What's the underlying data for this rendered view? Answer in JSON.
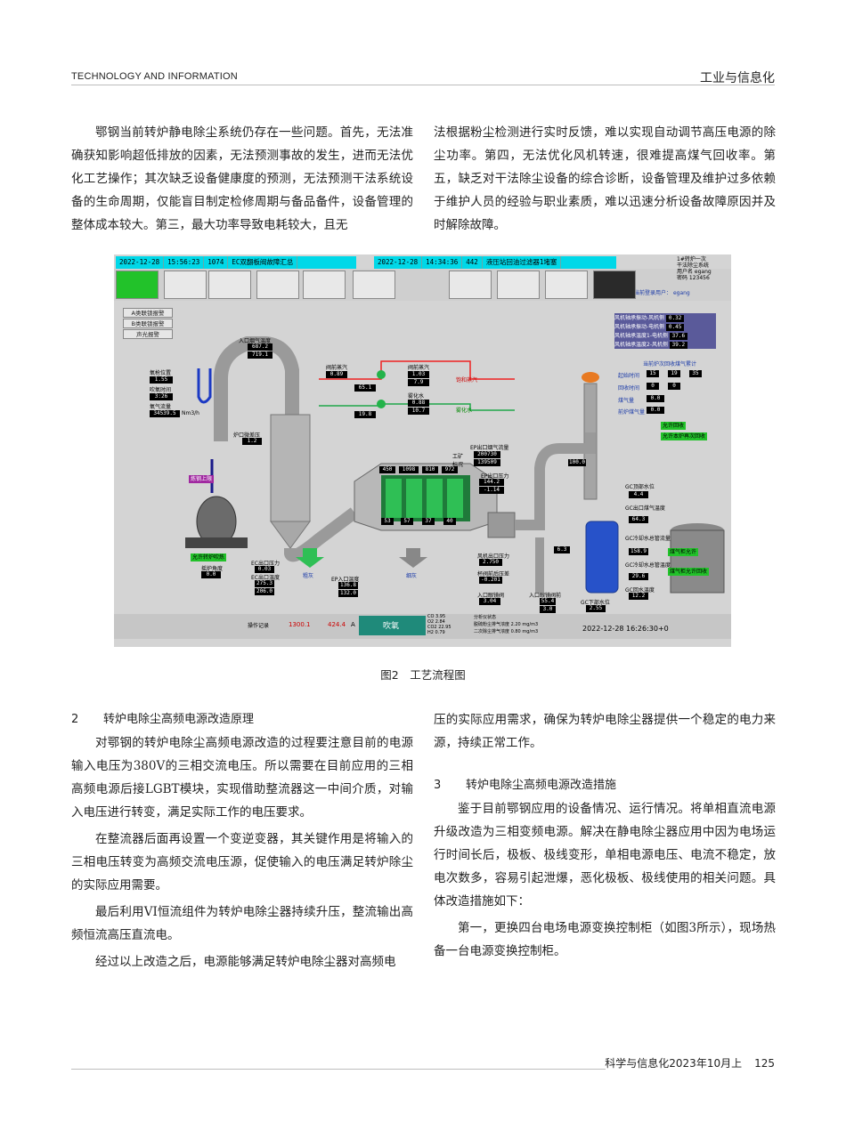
{
  "header": {
    "left": "TECHNOLOGY AND INFORMATION",
    "right": "工业与信息化"
  },
  "intro": {
    "left": "鄂钢当前转炉静电除尘系统仍存在一些问题。首先，无法准确获知影响超低排放的因素，无法预测事故的发生，进而无法优化工艺操作；其次缺乏设备健康度的预测，无法预测干法系统设备的生命周期，仅能盲目制定检修周期与备品备件，设备管理的整体成本较大。第三，最大功率导致电耗较大，且无",
    "right": "法根据粉尘检测进行实时反馈，难以实现自动调节高压电源的除尘功率。第四，无法优化风机转速，很难提高煤气回收率。第五，缺乏对干法除尘设备的综合诊断，设备管理及维护过多依赖于维护人员的经验与职业素质，难以迅速分析设备故障原因并及时解除故障。"
  },
  "figure": {
    "caption": "图2　工艺流程图",
    "scada": {
      "alarm_bar_left": [
        "2022-12-28",
        "15:56:23",
        "1074",
        "EC双翻板阀故障汇总"
      ],
      "alarm_bar_right": [
        "2022-12-28",
        "14:34:36",
        "442",
        "液压站回油过滤器1堵塞"
      ],
      "brand_lines": [
        "1#转炉一次",
        "干法除尘系统",
        "用户名 egang",
        "密码 123456"
      ],
      "login_label": "当前登录用户：",
      "login_user": "egang",
      "alarm_buttons": [
        "A类联锁报警",
        "B类联锁报警",
        "声光报警"
      ],
      "inlet_temp_title": "入口烟气温度",
      "inlet_temps": [
        "687.2",
        "719.1"
      ],
      "lance_labels": [
        "氧枪位置",
        "吹氧时间",
        "氧气流量"
      ],
      "lance_values": [
        "1.55",
        "3:26",
        "34539.5"
      ],
      "lance_unit": "Nm3/h",
      "valve_steam_label": "阀前蒸汽",
      "valve_steam_values": [
        "0.89",
        "65.1"
      ],
      "valve_water_label": "阀前蒸汽",
      "valve_water_values": [
        "1.03",
        "7.9"
      ],
      "atom_label": "雾化水",
      "atom_values": [
        "0.88",
        "10.7"
      ],
      "atom_extra": "19.8",
      "sat_steam": "饱和蒸汽",
      "atom_water": "雾化水",
      "furnace_pressure_label": "炉口微差压",
      "furnace_pressure": "1.2",
      "ep_flow_label": "EP出口烟气流量",
      "ep_flow_values": [
        "200730",
        "139509"
      ],
      "ep_flow_side": [
        "工矿",
        "标况"
      ],
      "ep_pressure_label": "EP出口压力",
      "ep_pressure_values": [
        "144.2",
        "-1.14"
      ],
      "field_values_top": [
        "450",
        "1098",
        "810",
        "972"
      ],
      "field_values_bottom": [
        "53",
        "57",
        "37",
        "40"
      ],
      "fan_sensors": [
        "风机轴承振动-风机侧",
        "风机轴承振动-电机侧",
        "风机轴承温度1-电机侧",
        "风机轴承温度2-风机侧"
      ],
      "fan_values": [
        "0.32",
        "0.45",
        "37.6",
        "39.2"
      ],
      "recovery_title": "当前炉次回收煤气累计",
      "recovery_start": "起始时间",
      "recovery_start_vals": [
        "15",
        "19",
        "35"
      ],
      "recovery_time": "回收时间",
      "recovery_time_vals": [
        "0",
        "0"
      ],
      "gas_labels": [
        "煤气量",
        "前炉煤气量"
      ],
      "gas_values": [
        "0.0",
        "0.0"
      ],
      "allow_recover": "允许回收",
      "allow_recover_note": "允许本炉再次回收",
      "ignite_value": "100.0",
      "gc_level_top_label": "GC顶部水位",
      "gc_level_top": "4.4",
      "gc_outlet_label": "GC出口煤气温度",
      "gc_outlet": "64.3",
      "gc_cool_flow_label": "GC冷却水总管流量",
      "gc_cool_flow": "158.9",
      "gc_cool_temp_label": "GC冷却水总管温度",
      "gc_cool_temp": "29.6",
      "gc_return_label": "GC回水温度",
      "gc_return": "12.2",
      "gc_bottom_label": "GC下部水位",
      "gc_bottom": "2.55",
      "cabinet_label_1": "煤气柜允许",
      "cabinet_label_2": "煤气柜允许回收",
      "fan_out_label": "风机出口压力",
      "fan_out": "2.750",
      "cup_label": "杯阀前后压差",
      "cup": "-0.201",
      "inlet_glasses_label": "入口眼镜阀",
      "inlet_glasses": "3.04",
      "inlet_glasses2_label": "入口眼镜阀前",
      "inlet_glasses2": [
        "55.4",
        "3.0"
      ],
      "value_6_3": "6.3",
      "tap_label": "允许转炉吹炼",
      "tilt_label": "炼钢上限",
      "tilt_angle_label": "摇炉角度",
      "tilt_angle": "0.0",
      "ec_pressure_label": "EC出口压力",
      "ec_pressure": "0.03",
      "ec_temp_label": "EC出口温度",
      "ec_temp": [
        "275.3",
        "206.0"
      ],
      "coarse": "粗灰",
      "fine": "细灰",
      "ep_inlet_temp_label": "EP入口温度",
      "ep_inlet_temp": [
        "136.8",
        "132.0"
      ],
      "status_oper": "操作记录",
      "status_val1": "1300.1",
      "status_val2": "424.4",
      "status_mode": "A",
      "status_blow": "吹氧",
      "status_gas": [
        "CO",
        "O2",
        "CO2",
        "H2"
      ],
      "status_gas_vals": [
        "3.95",
        "2.84",
        "22.95",
        "0.79"
      ],
      "analyzer_label": "分析仪状态",
      "analyzer_rows": [
        "脱硫粉尘排气浓度",
        "二次除尘排气浓度"
      ],
      "analyzer_vals": [
        "2.20",
        "0.80"
      ],
      "analyzer_unit": "mg/m3",
      "clock": "2022-12-28 16:26:30+0"
    }
  },
  "sections": {
    "left": {
      "s2_num": "2",
      "s2_title": "转炉电除尘高频电源改造原理",
      "p1": "对鄂钢的转炉电除尘高频电源改造的过程要注意目前的电源输入电压为380V的三相交流电压。所以需要在目前应用的三相高频电源后接LGBT模块，实现借助整流器这一中间介质，对输入电压进行转变，满足实际工作的电压要求。",
      "p2": "在整流器后面再设置一个变逆变器，其关键作用是将输入的三相电压转变为高频交流电压源，促使输入的电压满足转炉除尘的实际应用需要。",
      "p3": "最后利用VI恒流组件为转炉电除尘器持续升压，整流输出高频恒流高压直流电。",
      "p4": "经过以上改造之后，电源能够满足转炉电除尘器对高频电"
    },
    "right": {
      "p0": "压的实际应用需求，确保为转炉电除尘器提供一个稳定的电力来源，持续正常工作。",
      "s3_num": "3",
      "s3_title": "转炉电除尘高频电源改造措施",
      "p1": "鉴于目前鄂钢应用的设备情况、运行情况。将单相直流电源升级改造为三相变频电源。解决在静电除尘器应用中因为电场运行时间长后，极板、极线变形，单相电源电压、电流不稳定，放电次数多，容易引起泄爆，恶化极板、极线使用的相关问题。具体改造措施如下：",
      "p2": "第一，更换四台电场电源变换控制柜（如图3所示），现场热备一台电源变换控制柜。"
    }
  },
  "footer": {
    "journal": "科学与信息化2023年10月上",
    "page": "125"
  }
}
